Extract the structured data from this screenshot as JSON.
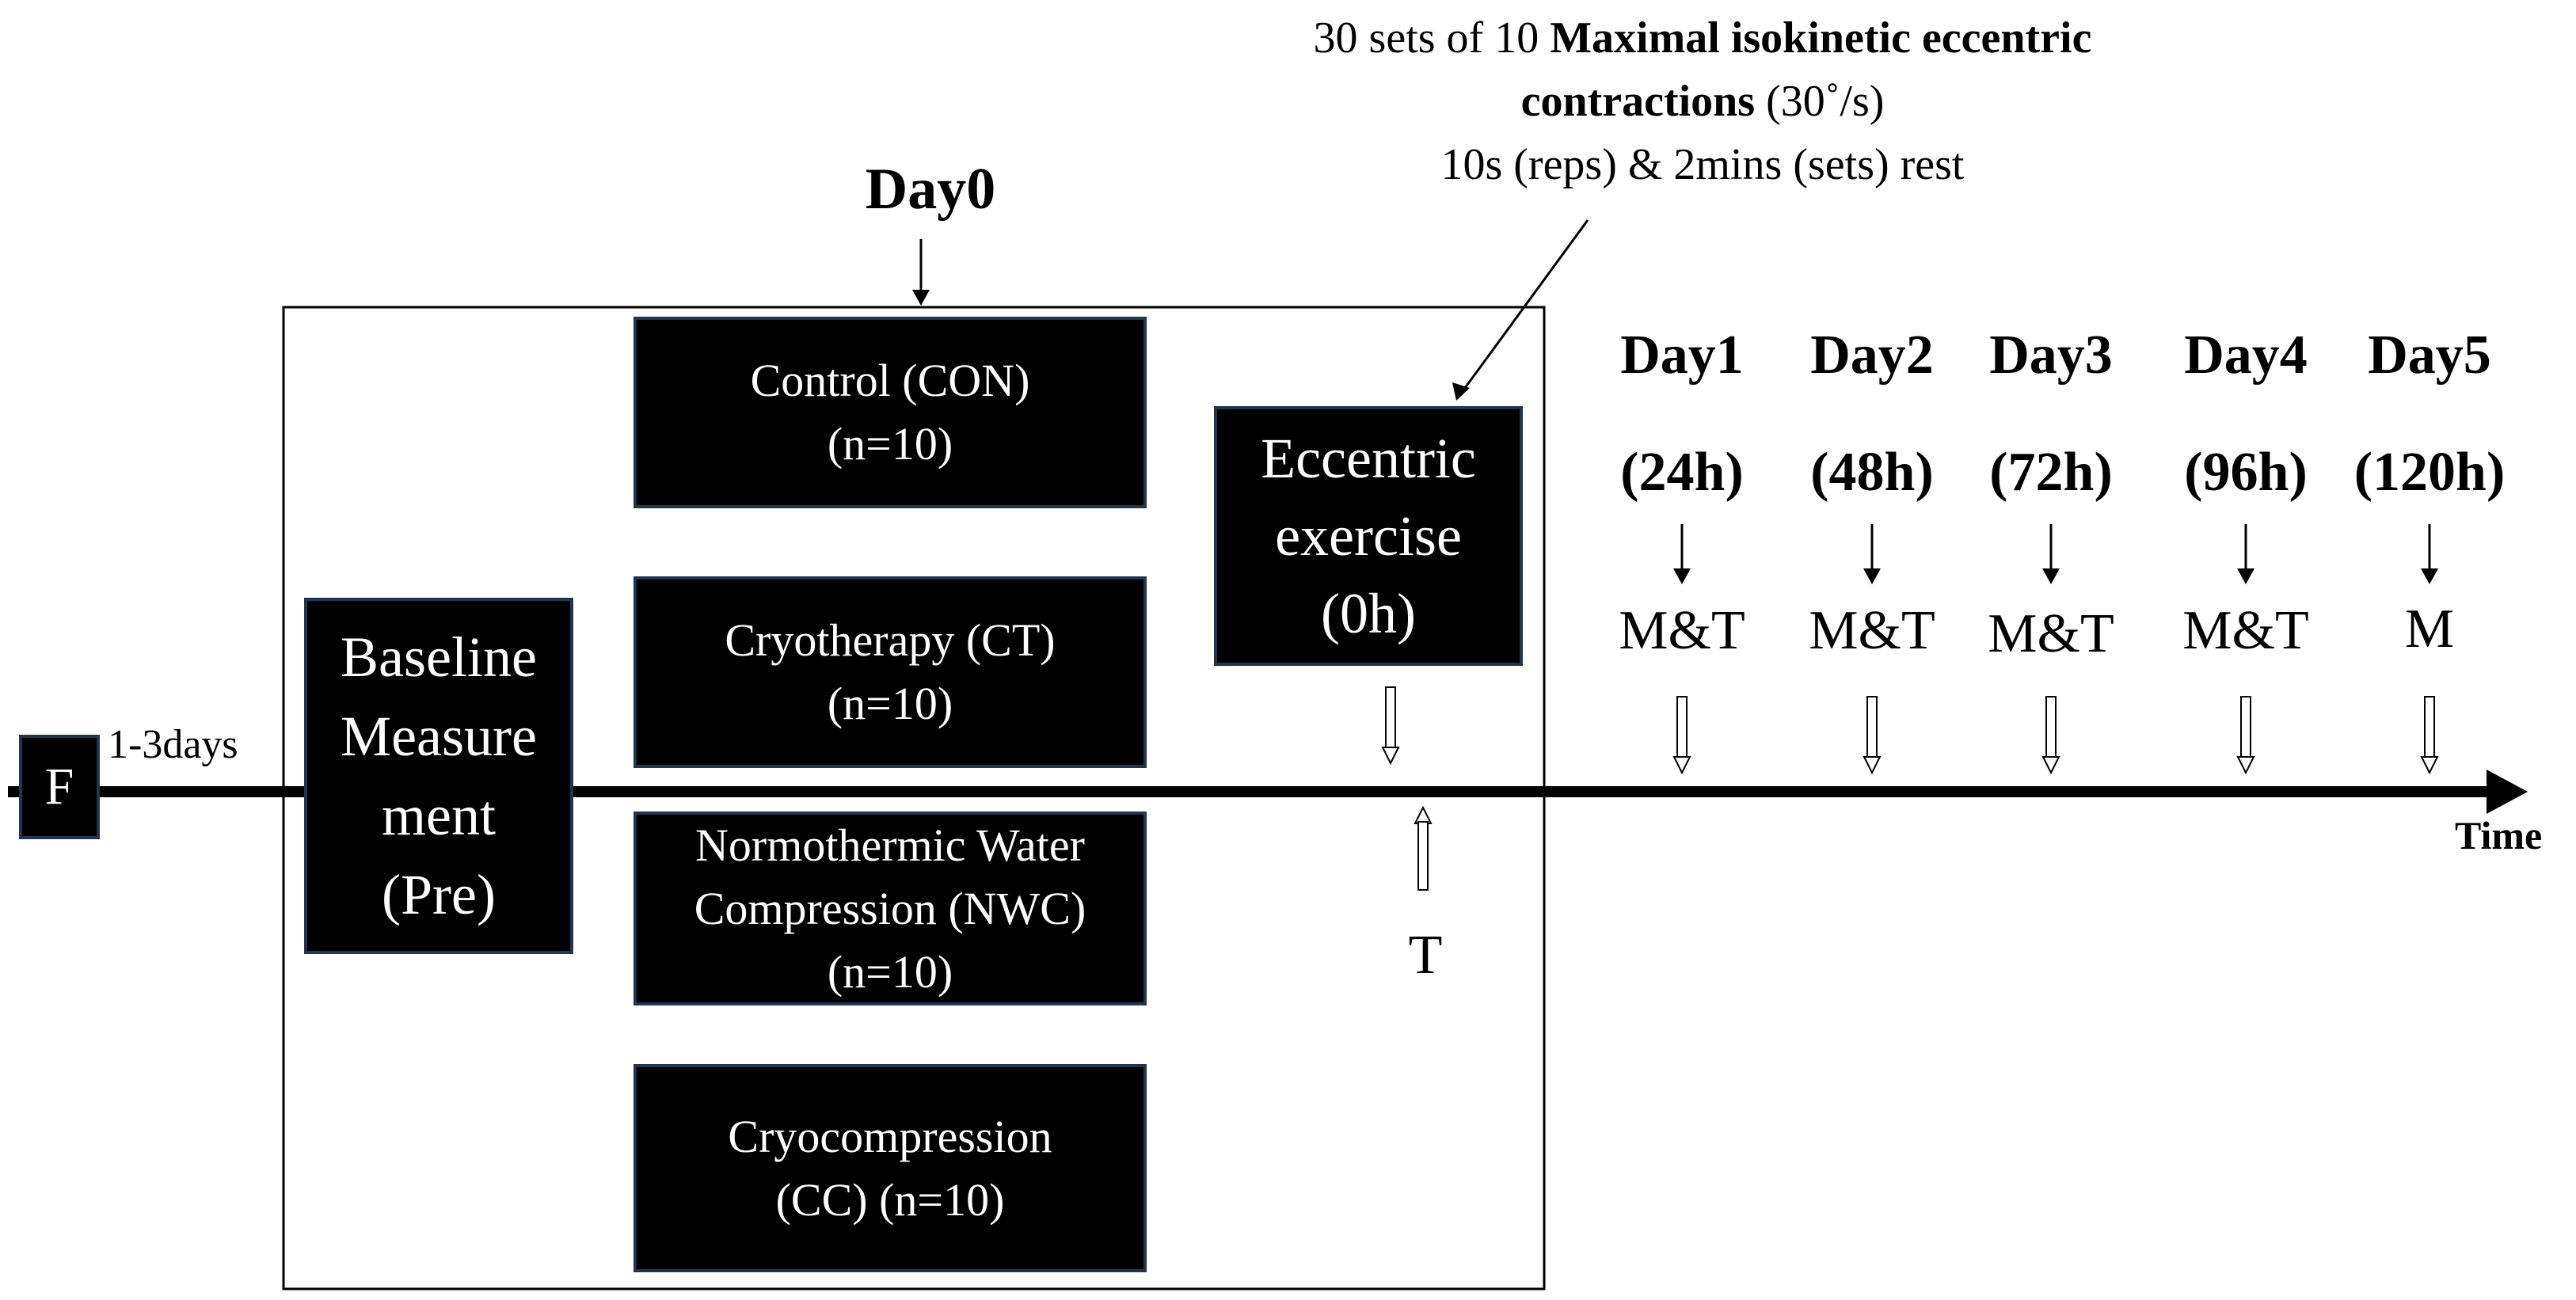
{
  "instruction": {
    "line1_prefix": "30 sets of 10 ",
    "line1_bold": "Maximal isokinetic eccentric",
    "line2_bold": "contractions",
    "line2_rest": " (30˚/s)",
    "line3": "10s (reps) & 2mins (sets) rest"
  },
  "day0_label": "Day0",
  "pre_phase": {
    "familiarization": "F",
    "interval": "1-3days",
    "baseline": [
      "Baseline",
      "Measure",
      "ment",
      "(Pre)"
    ]
  },
  "groups": [
    {
      "lines": [
        "Control (CON)",
        "(n=10)"
      ]
    },
    {
      "lines": [
        "Cryotherapy (CT)",
        "(n=10)"
      ]
    },
    {
      "lines": [
        "Normothermic Water",
        "Compression (NWC)",
        "(n=10)"
      ]
    },
    {
      "lines": [
        "Cryocompression",
        "(CC) (n=10)"
      ]
    }
  ],
  "exercise": {
    "lines": [
      "Eccentric",
      "exercise",
      "(0h)"
    ],
    "post_measure": "T"
  },
  "followups": [
    {
      "day": "Day1",
      "hours": "(24h)",
      "measures": "M&T"
    },
    {
      "day": "Day2",
      "hours": "(48h)",
      "measures": "M&T"
    },
    {
      "day": "Day3",
      "hours": "(72h)",
      "measures": "M&T"
    },
    {
      "day": "Day4",
      "hours": "(96h)",
      "measures": "M&T"
    },
    {
      "day": "Day5",
      "hours": "(120h)",
      "measures": "M"
    }
  ],
  "axis_label": "Time"
}
